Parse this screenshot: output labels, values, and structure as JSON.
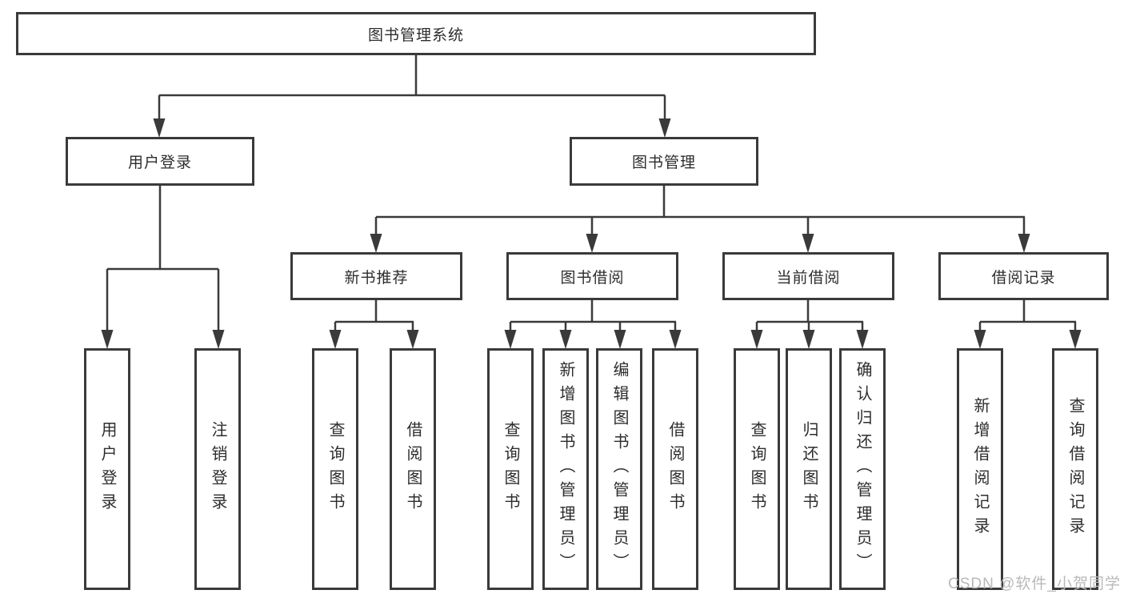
{
  "colors": {
    "line": "#3a3a3a",
    "text": "#2d2d2d",
    "box_bg": "#ffffff",
    "watermark": "#b9b9b9"
  },
  "watermark": "CSDN @软件_小贺同学",
  "tree": {
    "root": {
      "label": "图书管理系统"
    },
    "branches": [
      {
        "label": "用户登录",
        "children": [
          {
            "label": "用户登录"
          },
          {
            "label": "注销登录"
          }
        ]
      },
      {
        "label": "图书管理",
        "children": [
          {
            "label": "新书推荐",
            "children": [
              {
                "label": "查询图书"
              },
              {
                "label": "借阅图书"
              }
            ]
          },
          {
            "label": "图书借阅",
            "children": [
              {
                "label": "查询图书"
              },
              {
                "label": "新增图书（管理员）"
              },
              {
                "label": "编辑图书（管理员）"
              },
              {
                "label": "借阅图书"
              }
            ]
          },
          {
            "label": "当前借阅",
            "children": [
              {
                "label": "查询图书"
              },
              {
                "label": "归还图书"
              },
              {
                "label": "确认归还（管理员）"
              }
            ]
          },
          {
            "label": "借阅记录",
            "children": [
              {
                "label": "新增借阅记录"
              },
              {
                "label": "查询借阅记录"
              }
            ]
          }
        ]
      }
    ]
  }
}
